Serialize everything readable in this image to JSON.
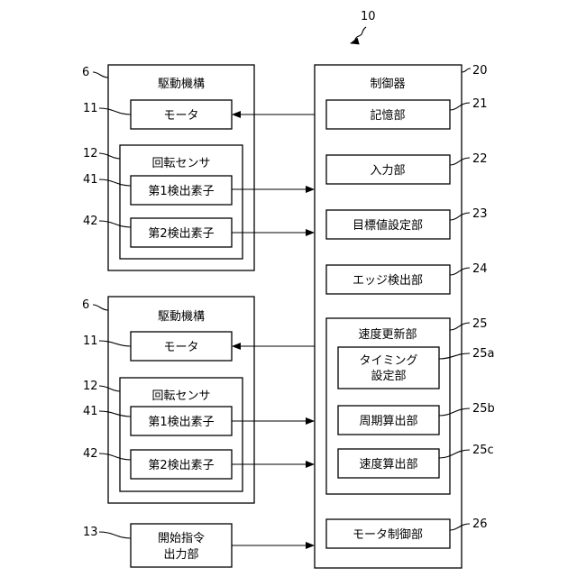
{
  "figure_number": "10",
  "drive_units": [
    {
      "ref": "6",
      "title": "駆動機構",
      "motor": {
        "ref": "11",
        "label": "モータ"
      },
      "sensor": {
        "ref": "12",
        "title": "回転センサ"
      },
      "elem1": {
        "ref": "41",
        "label": "第1検出素子"
      },
      "elem2": {
        "ref": "42",
        "label": "第2検出素子"
      }
    },
    {
      "ref": "6",
      "title": "駆動機構",
      "motor": {
        "ref": "11",
        "label": "モータ"
      },
      "sensor": {
        "ref": "12",
        "title": "回転センサ"
      },
      "elem1": {
        "ref": "41",
        "label": "第1検出素子"
      },
      "elem2": {
        "ref": "42",
        "label": "第2検出素子"
      }
    }
  ],
  "controller": {
    "ref": "20",
    "title": "制御器",
    "storage": {
      "ref": "21",
      "label": "記憶部"
    },
    "input": {
      "ref": "22",
      "label": "入力部"
    },
    "target": {
      "ref": "23",
      "label": "目標値設定部"
    },
    "edge": {
      "ref": "24",
      "label": "エッジ検出部"
    },
    "speed_update": {
      "ref": "25",
      "title": "速度更新部",
      "timing": {
        "ref": "25a",
        "line1": "タイミング",
        "line2": "設定部"
      },
      "period": {
        "ref": "25b",
        "label": "周期算出部"
      },
      "speed": {
        "ref": "25c",
        "label": "速度算出部"
      }
    },
    "motor_ctrl": {
      "ref": "26",
      "label": "モータ制御部"
    }
  },
  "start": {
    "ref": "13",
    "line1": "開始指令",
    "line2": "出力部"
  }
}
